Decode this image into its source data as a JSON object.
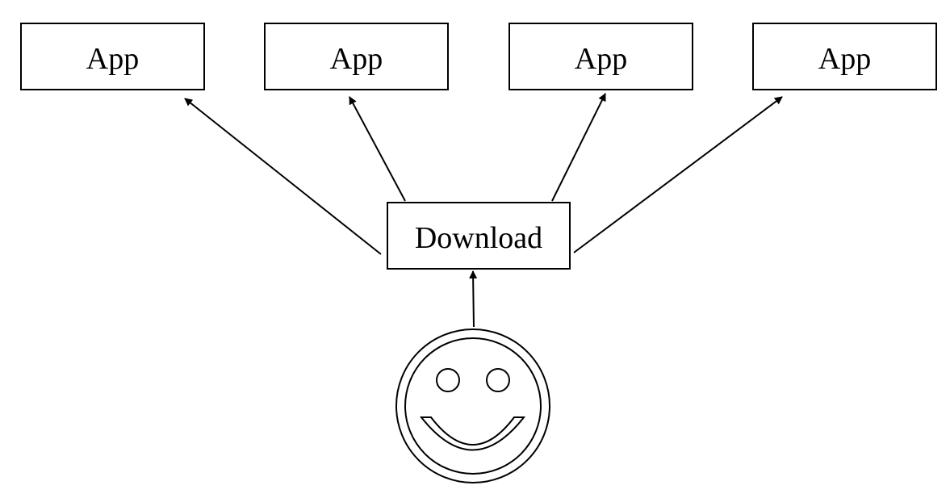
{
  "diagram": {
    "source_node": {
      "label": "Download"
    },
    "target_nodes": [
      {
        "label": "App"
      },
      {
        "label": "App"
      },
      {
        "label": "App"
      },
      {
        "label": "App"
      }
    ],
    "actor": {
      "icon": "smiley-face-icon"
    },
    "edges": [
      {
        "from": "actor",
        "to": "Download"
      },
      {
        "from": "Download",
        "to": "App 1"
      },
      {
        "from": "Download",
        "to": "App 2"
      },
      {
        "from": "Download",
        "to": "App 3"
      },
      {
        "from": "Download",
        "to": "App 4"
      }
    ]
  },
  "colors": {
    "stroke": "#000000",
    "background": "#ffffff",
    "text": "#000000"
  }
}
